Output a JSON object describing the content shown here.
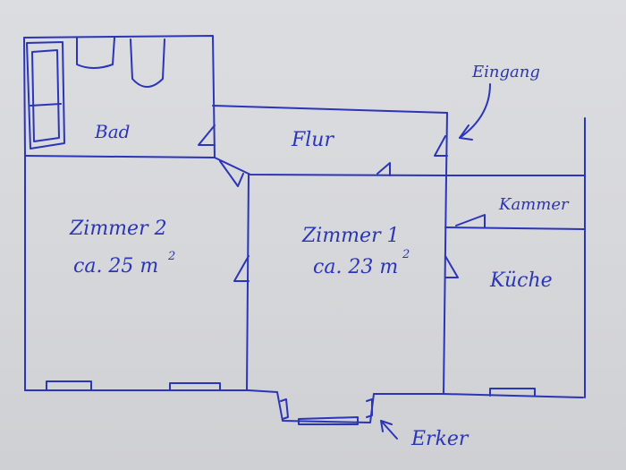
{
  "rooms": {
    "bad": "Bad",
    "flur": "Flur",
    "zimmer2": {
      "name": "Zimmer 2",
      "area": "ca. 25 m",
      "sup": "2"
    },
    "zimmer1": {
      "name": "Zimmer 1",
      "area": "ca. 23 m",
      "sup": "2"
    },
    "kammer": "Kammer",
    "kueche": "Küche"
  },
  "annotations": {
    "eingang": "Eingang",
    "erker": "Erker"
  },
  "ink_color": "#2b35b8"
}
